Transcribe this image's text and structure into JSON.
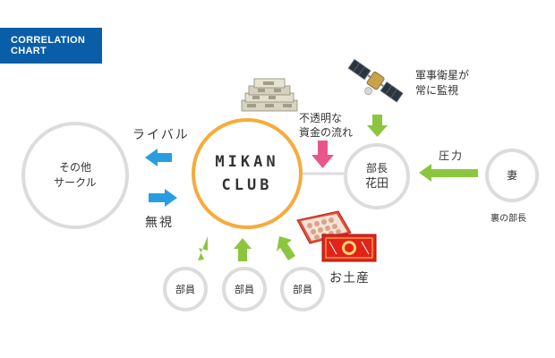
{
  "badge": {
    "line1": "CORRELATION",
    "line2": "CHART"
  },
  "center": {
    "line1": "MIKAN",
    "line2": "CLUB"
  },
  "other_circle": {
    "line1": "その他",
    "line2": "サークル"
  },
  "manager_circle": {
    "line1": "部長",
    "line2": "花田"
  },
  "wife_circle": {
    "label": "妻"
  },
  "wife_caption": "裏の部長",
  "member_circles": [
    "部員",
    "部員",
    "部員"
  ],
  "labels": {
    "rival": "ライバル",
    "ignore": "無視",
    "funds_line1": "不透明な",
    "funds_line2": "資金の流れ",
    "satellite_line1": "軍事衛星が",
    "satellite_line2": "常に監視",
    "pressure": "圧力",
    "souvenir": "お土産"
  },
  "colors": {
    "badge": "#0a5ea8",
    "club_ring": "#f6ab3b",
    "grey_ring": "#dcdcdc",
    "blue_arrow": "#2a9de0",
    "green_arrow": "#8cc63f",
    "pink_arrow": "#e9578a"
  },
  "icons": [
    "money-stack-icon",
    "satellite-icon",
    "souvenir-box-icon"
  ]
}
